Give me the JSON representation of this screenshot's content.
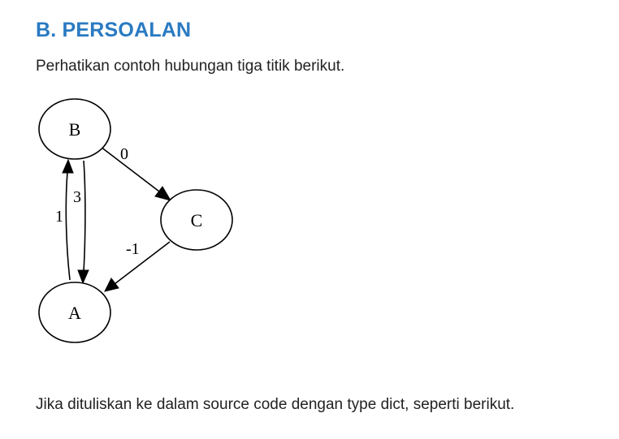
{
  "section": {
    "title": "B. PERSOALAN",
    "intro": "Perhatikan contoh hubungan tiga titik berikut.",
    "outro": "Jika dituliskan ke dalam source code dengan type dict, seperti berikut."
  },
  "graph": {
    "nodes": [
      {
        "id": "B",
        "label": "B"
      },
      {
        "id": "C",
        "label": "C"
      },
      {
        "id": "A",
        "label": "A"
      }
    ],
    "edges": [
      {
        "from": "B",
        "to": "C",
        "weight": "0"
      },
      {
        "from": "B",
        "to": "A",
        "weight": "3"
      },
      {
        "from": "A",
        "to": "B",
        "weight": "1"
      },
      {
        "from": "C",
        "to": "A",
        "weight": "-1"
      }
    ]
  }
}
